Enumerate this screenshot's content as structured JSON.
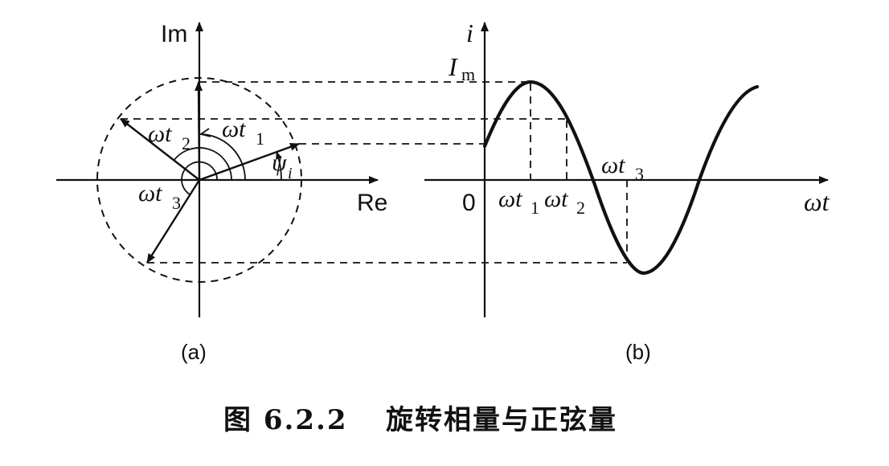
{
  "panel_a": {
    "axis_imag": "Im",
    "axis_real": "Re",
    "angle_t1": "ωt",
    "angle_t1_sub": "1",
    "angle_t2": "ωt",
    "angle_t2_sub": "2",
    "angle_t3": "ωt",
    "angle_t3_sub": "3",
    "phase": "ψ",
    "phase_sub": "i",
    "tag": "(a)"
  },
  "panel_b": {
    "axis_y": "i",
    "peak": "I",
    "peak_sub": "m",
    "origin": "0",
    "tick_t1": "ωt",
    "tick_t1_sub": "1",
    "tick_t2": "ωt",
    "tick_t2_sub": "2",
    "tick_t3": "ωt",
    "tick_t3_sub": "3",
    "axis_x": "ωt",
    "tag": "(b)"
  },
  "caption": {
    "number": "图 6.2.2",
    "title": "旋转相量与正弦量"
  }
}
